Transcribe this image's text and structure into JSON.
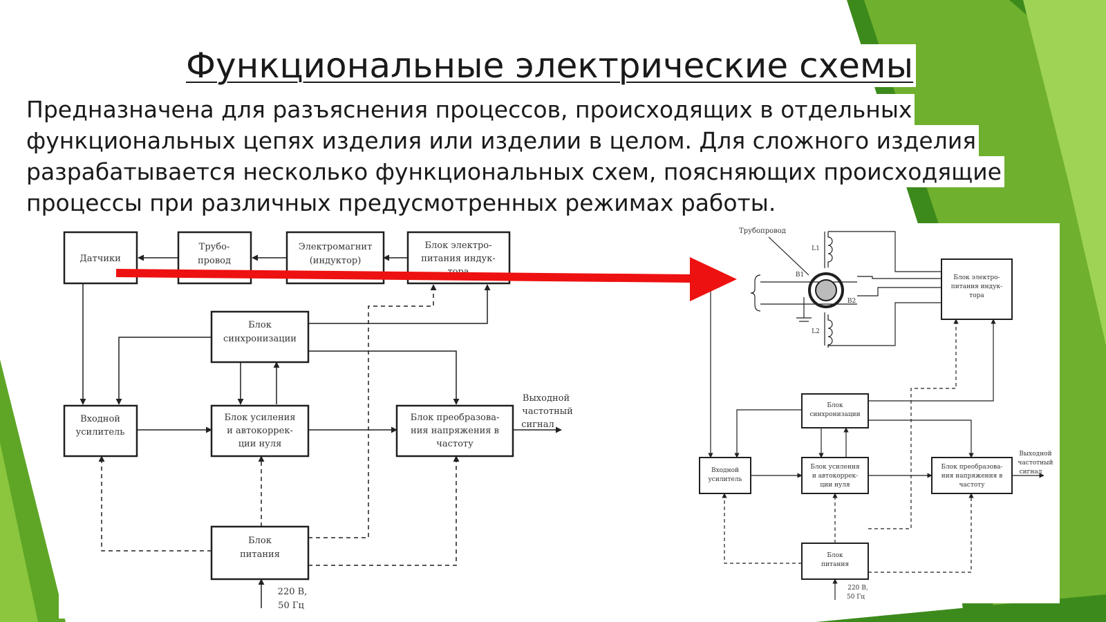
{
  "slide": {
    "title": "Функциональные электрические схемы",
    "paragraph_lines": [
      "Предназначена для разъяснения процессов, происходящих в отдельных",
      "функциональных цепях изделия или изделии в целом. Для сложного изделия",
      "разрабатывается несколько функциональных схем, поясняющих происходящие",
      "процессы при различных предусмотренных режимах работы."
    ],
    "colors": {
      "accent_arrow": "#ee1111",
      "green_dark": "#3d8a1c",
      "green_light": "#8cc63f",
      "box_stroke": "#1f1f1f"
    }
  },
  "left_diagram": {
    "blocks": {
      "sensors": [
        "Датчики"
      ],
      "pipe": [
        "Трубо-",
        "провод"
      ],
      "electromagnet": [
        "Электромагнит",
        "(индуктор)"
      ],
      "inductor_power": [
        "Блок электро-",
        "питания индук-",
        "тора"
      ],
      "sync": [
        "Блок",
        "синхронизации"
      ],
      "input_amp": [
        "Входной",
        "усилитель"
      ],
      "amp_correction": [
        "Блок усиления",
        "и автокоррек-",
        "ции нуля"
      ],
      "converter": [
        "Блок преобразова-",
        "ния напряжения в",
        "частоту"
      ],
      "power": [
        "Блок",
        "питания"
      ]
    },
    "output_label": [
      "Выходной",
      "частотный",
      "сигнал"
    ],
    "supply_label": [
      "220 В,",
      "50 Гц"
    ]
  },
  "right_diagram": {
    "pipe_label": "Трубопровод",
    "coil_labels": {
      "l1": "L1",
      "l2": "L2",
      "b1": "B1",
      "b2": "B2"
    },
    "blocks": {
      "inductor_power": [
        "Блок электро-",
        "питания индук-",
        "тора"
      ],
      "sync": [
        "Блок",
        "синхронизации"
      ],
      "input_amp": [
        "Входной",
        "усилитель"
      ],
      "amp_correction": [
        "Блок усиления",
        "и автокоррек-",
        "ции нуля"
      ],
      "converter": [
        "Блок преобразова-",
        "ния напряжения в",
        "частоту"
      ],
      "power": [
        "Блок",
        "питания"
      ]
    },
    "output_label": [
      "Выходной",
      "частотный",
      "сигнал"
    ],
    "supply_label": [
      "220 В,",
      "50 Гц"
    ]
  }
}
